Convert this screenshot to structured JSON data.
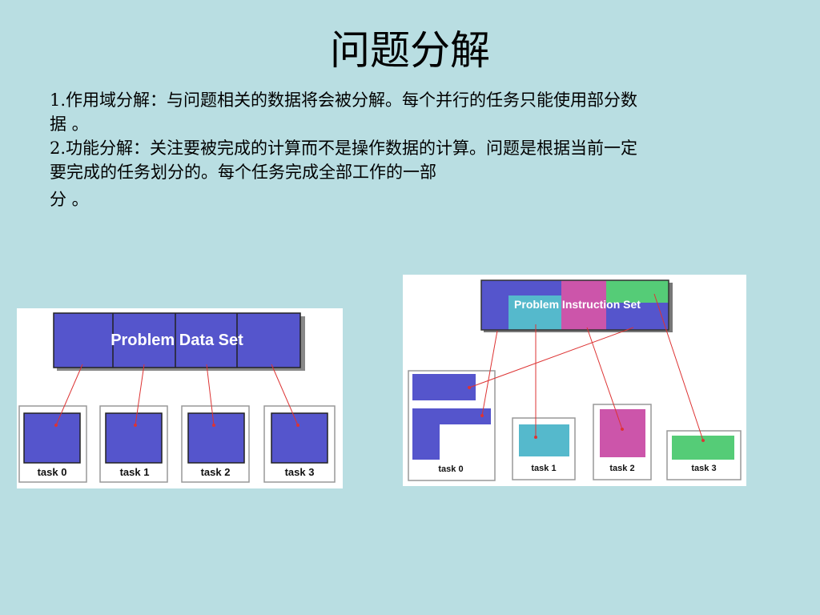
{
  "slide": {
    "title": "问题分解",
    "paragraphs": [
      "1.作用域分解：与问题相关的数据将会被分解。每个并行的任务只能使用部分数据 。",
      "2.功能分解：关注要被完成的计算而不是操作数据的计算。问题是根据当前一定要完成的任务划分的。每个任务完成全部工作的一部",
      "分 。"
    ]
  },
  "figure_left": {
    "header": "Problem Data Set",
    "tasks": [
      "task 0",
      "task 1",
      "task 2",
      "task 3"
    ],
    "colors": {
      "block": "#5555cc",
      "header": "#5555cc",
      "arrow": "#dd3333"
    }
  },
  "figure_right": {
    "header": "Problem Instruction Set",
    "tasks": [
      "task 0",
      "task 1",
      "task 2",
      "task 3"
    ],
    "colors": {
      "blue": "#5555cc",
      "cyan": "#55b9cc",
      "magenta": "#cc55aa",
      "green": "#55cc77",
      "arrow": "#dd3333"
    }
  }
}
